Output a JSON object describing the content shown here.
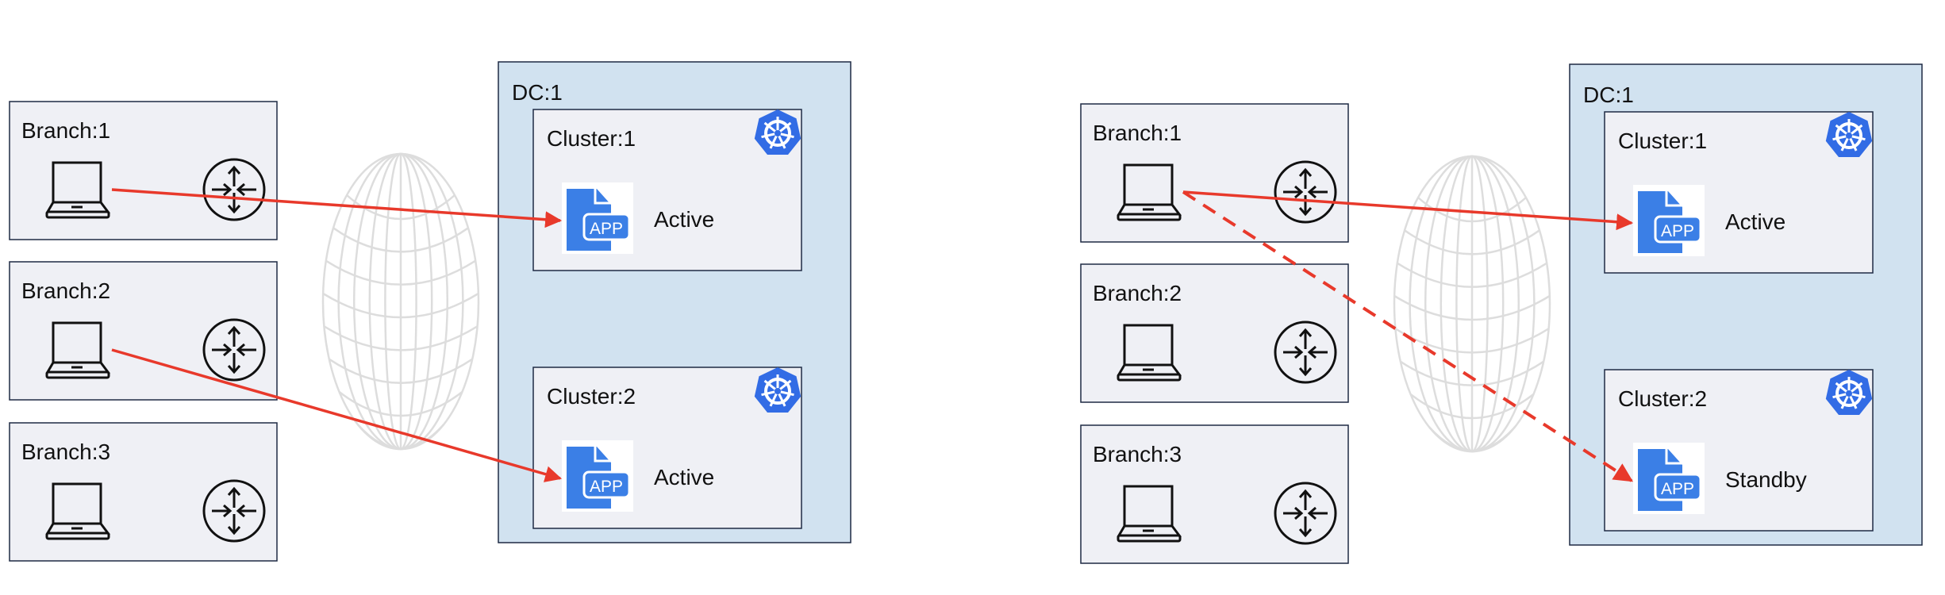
{
  "colors": {
    "branch_fill": "#eff0f5",
    "dc_fill": "#d1e2f0",
    "border": "#1f2a44",
    "arrow": "#e8392b",
    "app_blue": "#3b7fe6",
    "k8s_blue": "#326ce5",
    "globe": "#dddddd"
  },
  "diagrams": [
    {
      "branches": [
        {
          "label": "Branch:1",
          "icons": [
            "laptop-icon",
            "router-icon"
          ]
        },
        {
          "label": "Branch:2",
          "icons": [
            "laptop-icon",
            "router-icon"
          ]
        },
        {
          "label": "Branch:3",
          "icons": [
            "laptop-icon",
            "router-icon"
          ]
        }
      ],
      "dc": {
        "label": "DC:1",
        "clusters": [
          {
            "label": "Cluster:1",
            "app_label": "APP",
            "status": "Active",
            "icon": "kubernetes-icon"
          },
          {
            "label": "Cluster:2",
            "app_label": "APP",
            "status": "Active",
            "icon": "kubernetes-icon"
          }
        ]
      },
      "connections": [
        {
          "from": "Branch:1",
          "to": "Cluster:1",
          "style": "solid"
        },
        {
          "from": "Branch:2",
          "to": "Cluster:2",
          "style": "solid"
        }
      ]
    },
    {
      "branches": [
        {
          "label": "Branch:1",
          "icons": [
            "laptop-icon",
            "router-icon"
          ]
        },
        {
          "label": "Branch:2",
          "icons": [
            "laptop-icon",
            "router-icon"
          ]
        },
        {
          "label": "Branch:3",
          "icons": [
            "laptop-icon",
            "router-icon"
          ]
        }
      ],
      "dc": {
        "label": "DC:1",
        "clusters": [
          {
            "label": "Cluster:1",
            "app_label": "APP",
            "status": "Active",
            "icon": "kubernetes-icon"
          },
          {
            "label": "Cluster:2",
            "app_label": "APP",
            "status": "Standby",
            "icon": "kubernetes-icon"
          }
        ]
      },
      "connections": [
        {
          "from": "Branch:1",
          "to": "Cluster:1",
          "style": "solid"
        },
        {
          "from": "Branch:1",
          "to": "Cluster:2",
          "style": "dashed"
        }
      ]
    }
  ]
}
